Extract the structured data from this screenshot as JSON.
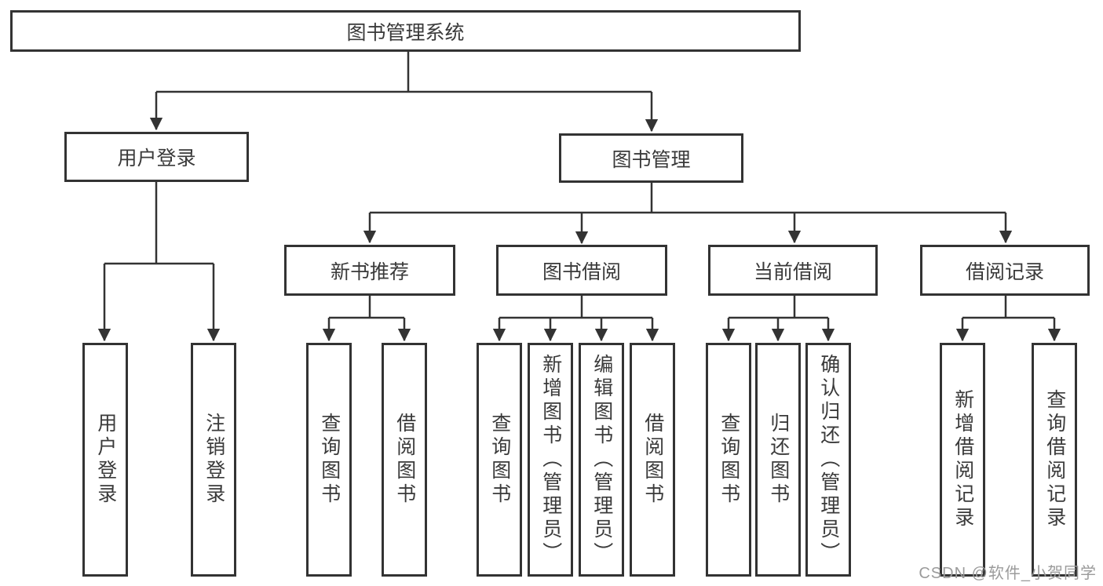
{
  "diagram": {
    "title": "图书管理系统",
    "level2": {
      "user_login": "用户登录",
      "book_management": "图书管理"
    },
    "level3": {
      "new_book_recommend": "新书推荐",
      "book_borrow": "图书借阅",
      "current_borrow": "当前借阅",
      "borrow_records": "借阅记录"
    },
    "leaves": {
      "user": [
        "用户登录",
        "注销登录"
      ],
      "newbook": [
        "查询图书",
        "借阅图书"
      ],
      "borrow": [
        "查询图书",
        "新增图书（管理员）",
        "编辑图书（管理员）",
        "借阅图书"
      ],
      "current": [
        "查询图书",
        "归还图书",
        "确认归还（管理员）"
      ],
      "records": [
        "新增借阅记录",
        "查询借阅记录"
      ]
    }
  },
  "watermark": "CSDN @软件_小贺同学",
  "colors": {
    "line": "#333333",
    "text": "#3a3a3a",
    "watermark": "#9b9b9b",
    "background": "#ffffff"
  }
}
